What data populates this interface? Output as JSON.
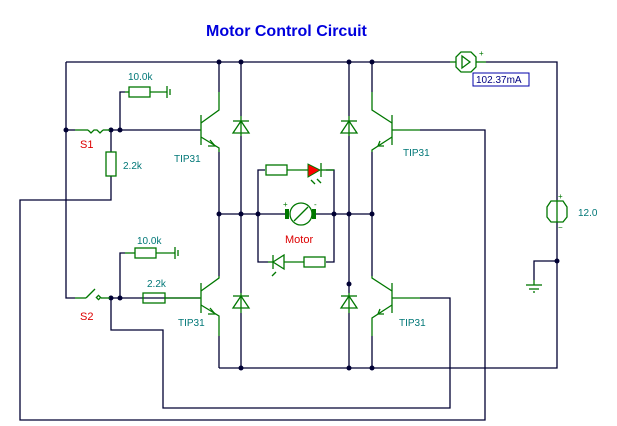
{
  "title": "Motor Control Circuit",
  "ammeter": {
    "reading": "102.37mA"
  },
  "source": {
    "value": "12.0"
  },
  "switches": {
    "s1": "S1",
    "s2": "S2"
  },
  "resistors": {
    "r1": "10.0k",
    "r2": "2.2k",
    "r3": "10.0k",
    "r4": "2.2k"
  },
  "transistors": {
    "q1": "TIP31",
    "q2": "TIP31",
    "q3": "TIP31",
    "q4": "TIP31"
  },
  "motor": {
    "label": "Motor"
  },
  "colors": {
    "wire": "#000033",
    "component": "#007700",
    "label": "#007777",
    "title": "#0000dd",
    "designator": "#dd0000",
    "led": "#ff0000"
  }
}
